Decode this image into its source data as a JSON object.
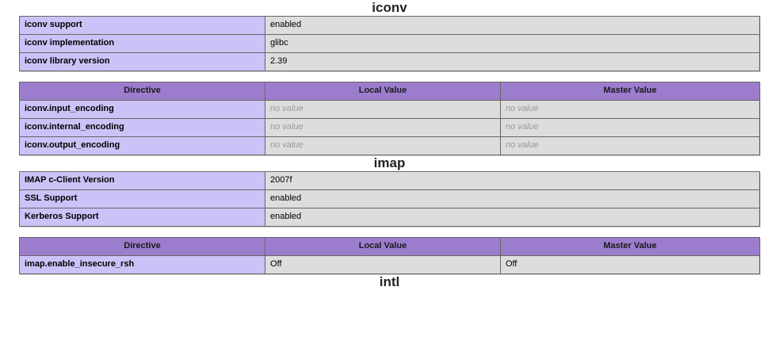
{
  "page": {
    "title": "phpinfo",
    "colors": {
      "header_purple": "#9c7dcd",
      "name_purple": "#ccc2f7",
      "value_gray": "#dddddd",
      "border_gray": "#666666",
      "heading_text": "#222222",
      "novalue_text": "#999999",
      "background": "#ffffff"
    }
  },
  "sections": [
    {
      "id": "iconv",
      "heading": "iconv",
      "info_table": {
        "rows": [
          {
            "name": "iconv support",
            "value": "enabled"
          },
          {
            "name": "iconv implementation",
            "value": "glibc"
          },
          {
            "name": "iconv library version",
            "value": "2.39"
          }
        ]
      },
      "directive_table": {
        "headers": [
          "Directive",
          "Local Value",
          "Master Value"
        ],
        "rows": [
          {
            "directive": "iconv.input_encoding",
            "local": "no value",
            "master": "no value",
            "local_novalue": true,
            "master_novalue": true
          },
          {
            "directive": "iconv.internal_encoding",
            "local": "no value",
            "master": "no value",
            "local_novalue": true,
            "master_novalue": true
          },
          {
            "directive": "iconv.output_encoding",
            "local": "no value",
            "master": "no value",
            "local_novalue": true,
            "master_novalue": true
          }
        ]
      }
    },
    {
      "id": "imap",
      "heading": "imap",
      "info_table": {
        "rows": [
          {
            "name": "IMAP c-Client Version",
            "value": "2007f"
          },
          {
            "name": "SSL Support",
            "value": "enabled"
          },
          {
            "name": "Kerberos Support",
            "value": "enabled"
          }
        ]
      },
      "directive_table": {
        "headers": [
          "Directive",
          "Local Value",
          "Master Value"
        ],
        "rows": [
          {
            "directive": "imap.enable_insecure_rsh",
            "local": "Off",
            "master": "Off",
            "local_novalue": false,
            "master_novalue": false
          }
        ]
      }
    },
    {
      "id": "intl",
      "heading": "intl"
    }
  ]
}
